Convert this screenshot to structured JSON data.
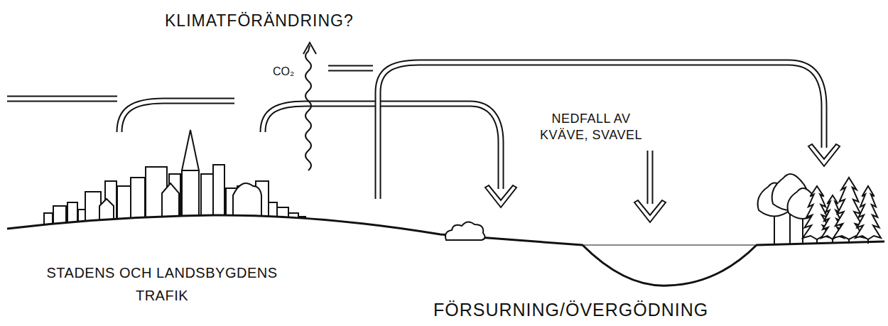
{
  "diagram": {
    "labels": [
      "KLIMATFÖRÄNDRING?",
      "CO₂",
      "NEDFALL AV KVÄVE, SVAVEL",
      "STADENS OCH LANDSBYGDENS TRAFIK",
      "FÖRSURNING/ÖVERGÖDNING"
    ]
  }
}
